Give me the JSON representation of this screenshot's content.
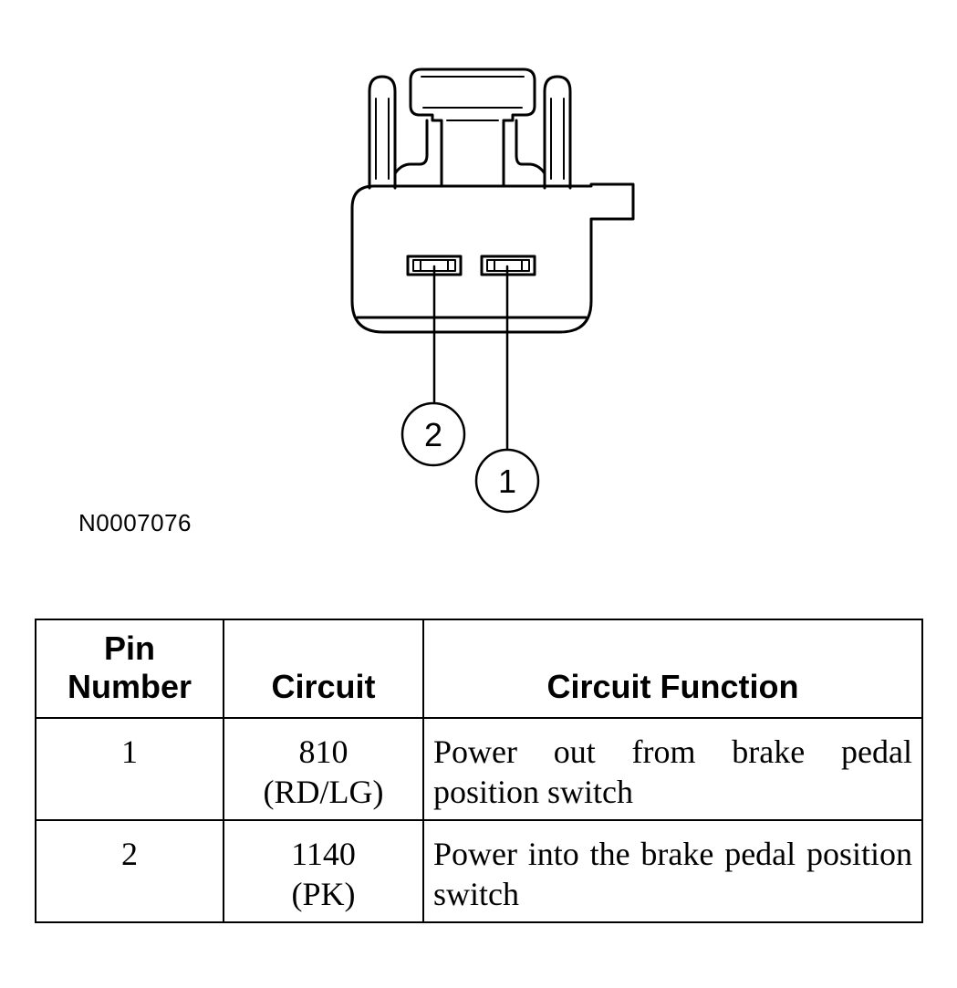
{
  "figure_id": "N0007076",
  "callouts": [
    {
      "pin": "1"
    },
    {
      "pin": "2"
    }
  ],
  "table": {
    "headers": {
      "pin_line1": "Pin",
      "pin_line2": "Number",
      "circuit": "Circuit",
      "function": "Circuit Function"
    },
    "rows": [
      {
        "pin": "1",
        "circuit_number": "810",
        "circuit_color": "(RD/LG)",
        "function": "Power out from brake pedal position switch"
      },
      {
        "pin": "2",
        "circuit_number": "1140",
        "circuit_color": "(PK)",
        "function": "Power into the brake pedal position switch"
      }
    ]
  }
}
